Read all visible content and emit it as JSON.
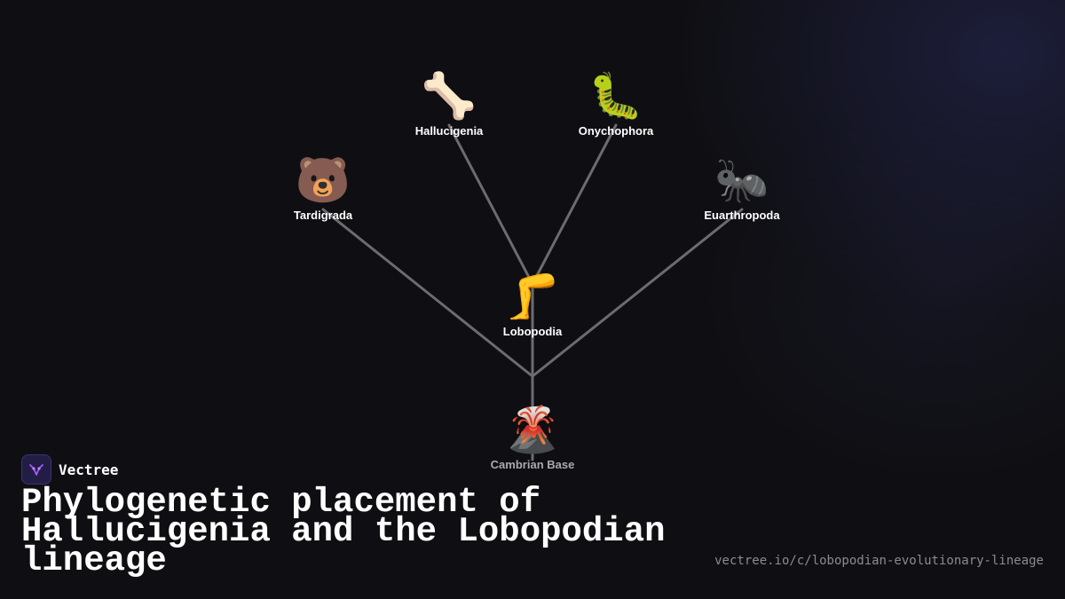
{
  "diagram": {
    "nodes": [
      {
        "id": "cambrian",
        "label": "Cambrian Base",
        "icon": "volcano-icon",
        "glyph": "🌋"
      },
      {
        "id": "lobopodia",
        "label": "Lobopodia",
        "icon": "leg-icon",
        "glyph": "🦵"
      },
      {
        "id": "tardigrada",
        "label": "Tardigrada",
        "icon": "bear-icon",
        "glyph": "🐻"
      },
      {
        "id": "hallucigenia",
        "label": "Hallucigenia",
        "icon": "bone-icon",
        "glyph": "🦴"
      },
      {
        "id": "onychophora",
        "label": "Onychophora",
        "icon": "caterpillar-icon",
        "glyph": "🐛"
      },
      {
        "id": "euarthropoda",
        "label": "Euarthropoda",
        "icon": "ant-icon",
        "glyph": "🐜"
      }
    ],
    "edges": [
      {
        "from": "cambrian",
        "to": "lobopodia"
      },
      {
        "from": "cambrian",
        "to": "tardigrada"
      },
      {
        "from": "cambrian",
        "to": "euarthropoda"
      },
      {
        "from": "lobopodia",
        "to": "hallucigenia"
      },
      {
        "from": "lobopodia",
        "to": "onychophora"
      }
    ],
    "edge_color": "#6b6b70",
    "root_label_color": "#a9a9b0"
  },
  "brand": {
    "name": "Vectree",
    "logo_icon": "vectree-logo-icon",
    "logo_bg": "#221d45",
    "logo_accent": "#a855f7"
  },
  "title": "Phylogenetic placement of Hallucigenia and the Lobopodian lineage",
  "url": "vectree.io/c/lobopodian-evolutionary-lineage"
}
